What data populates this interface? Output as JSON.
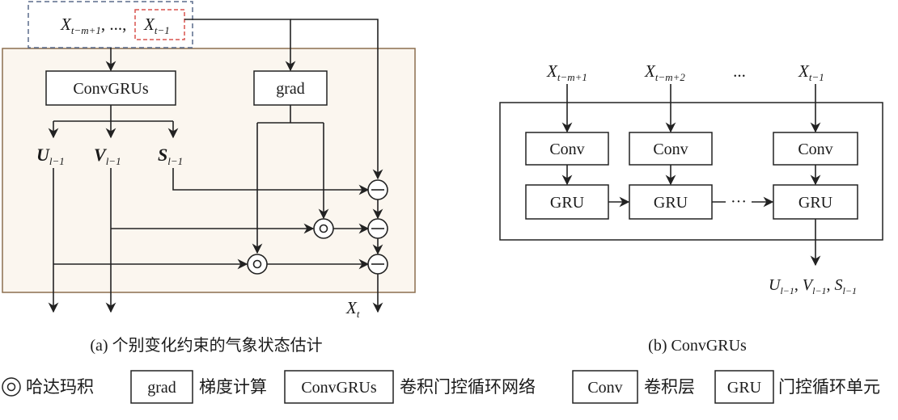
{
  "panel_a": {
    "input_main": "X",
    "input_main_sub": "t−m+1",
    "input_sep": ", ..., ",
    "input_last": "X",
    "input_last_sub": "t−1",
    "convgrus_label": "ConvGRUs",
    "grad_label": "grad",
    "u_label": "U",
    "v_label": "V",
    "s_label": "S",
    "out_sub": "l−1",
    "xt_label": "X",
    "xt_sub": "t",
    "caption": "(a) 个别变化约束的气象状态估计"
  },
  "panel_b": {
    "in1": "X",
    "in1_sub": "t−m+1",
    "in2": "X",
    "in2_sub": "t−m+2",
    "in_dots": "...",
    "in3": "X",
    "in3_sub": "t−1",
    "conv_label": "Conv",
    "gru_label": "GRU",
    "mid_dots": "···",
    "out_u": "U",
    "out_v": "V",
    "out_s": "S",
    "out_sub": "l−1",
    "caption": "(b) ConvGRUs"
  },
  "legend": {
    "hadamard_text": "哈达玛积",
    "grad_box": "grad",
    "grad_text": "梯度计算",
    "convgrus_box": "ConvGRUs",
    "convgrus_text": "卷积门控循环网络",
    "conv_box": "Conv",
    "conv_text": "卷积层",
    "gru_box": "GRU",
    "gru_text": "门控循环单元"
  }
}
